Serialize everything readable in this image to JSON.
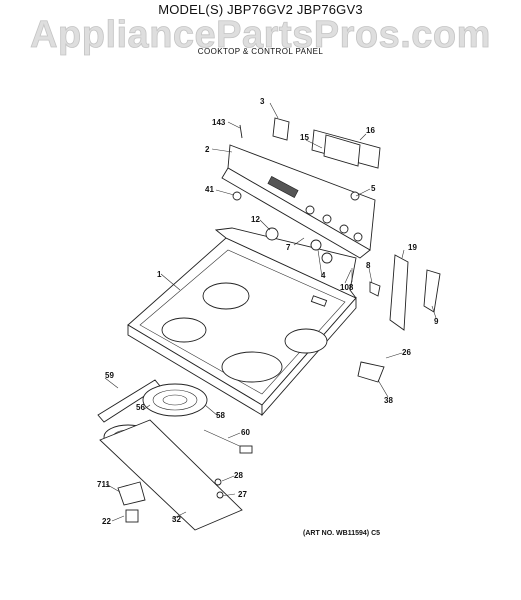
{
  "header": {
    "model_title": "MODEL(S) JBP76GV2  JBP76GV3",
    "watermark": "AppliancePartsPros.com",
    "subtitle": "COOKTOP & CONTROL PANEL"
  },
  "art_note": "(ART NO. WB11594) C5",
  "callouts": [
    "3",
    "143",
    "16",
    "2",
    "15",
    "41",
    "5",
    "12",
    "7",
    "4",
    "19",
    "1",
    "108",
    "8",
    "9",
    "26",
    "38",
    "59",
    "56",
    "58",
    "60",
    "711",
    "28",
    "27",
    "22",
    "32"
  ]
}
